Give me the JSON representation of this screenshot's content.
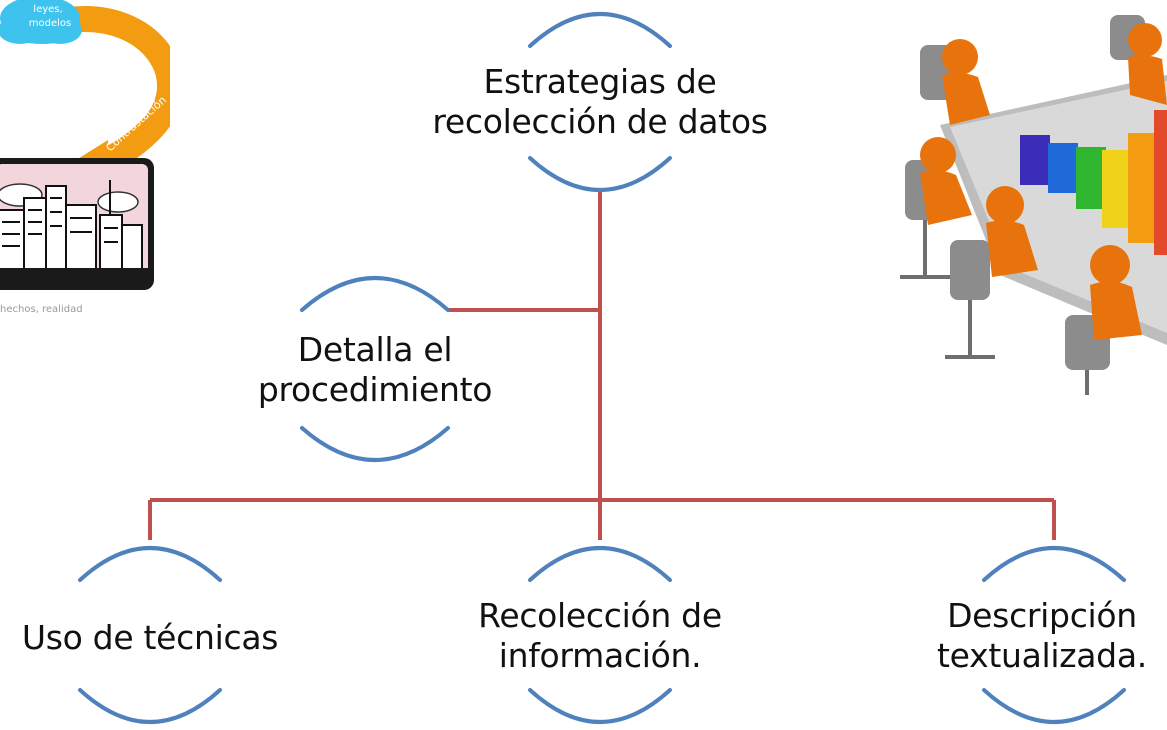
{
  "diagram": {
    "root": {
      "lines": [
        "Estrategias de",
        "recolección de datos"
      ]
    },
    "side": {
      "lines": [
        "Detalla el",
        "procedimiento"
      ]
    },
    "children": [
      {
        "lines": [
          "Uso de técnicas"
        ]
      },
      {
        "lines": [
          "Recolección de",
          "información."
        ]
      },
      {
        "lines": [
          "Descripción",
          "textualizada."
        ]
      }
    ]
  },
  "illustrations": {
    "left": {
      "cloud_text": [
        "leyes,",
        "modelos"
      ],
      "arrow_text": "Contrastación",
      "caption": "hechos, realidad",
      "icon": "city-cycle-icon"
    },
    "right": {
      "icon": "meeting-table-chart-icon"
    }
  },
  "colors": {
    "connector": "#c0504d",
    "arc": "#4f81bd",
    "text": "#111111",
    "cloud": "#3ec3ee",
    "arrow": "#f39c12",
    "figure": "#e8730c"
  }
}
